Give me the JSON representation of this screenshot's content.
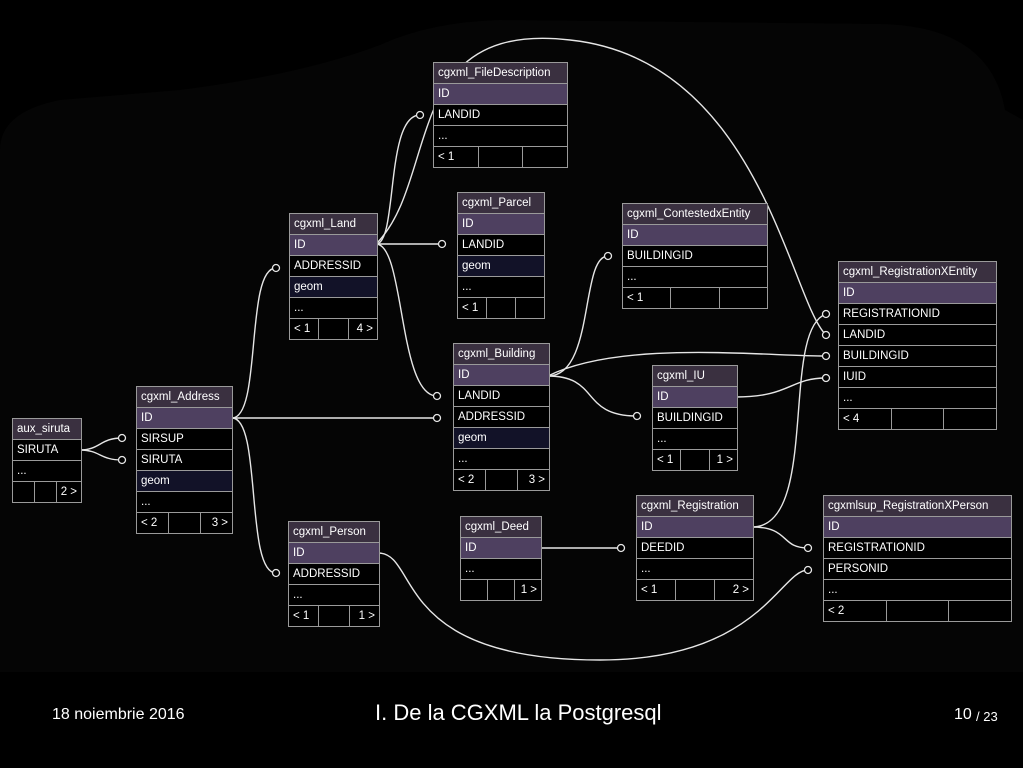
{
  "tables": {
    "aux_siruta": {
      "name": "aux_siruta",
      "rows": [
        "SIRUTA",
        "..."
      ],
      "footer": [
        "",
        "",
        "2 >"
      ]
    },
    "address": {
      "name": "cgxml_Address",
      "rows": [
        "ID",
        "SIRSUP",
        "SIRUTA",
        "geom",
        "..."
      ],
      "footer": [
        "< 2",
        "",
        "3 >"
      ]
    },
    "land": {
      "name": "cgxml_Land",
      "rows": [
        "ID",
        "ADDRESSID",
        "geom",
        "..."
      ],
      "footer": [
        "< 1",
        "",
        "4 >"
      ]
    },
    "person": {
      "name": "cgxml_Person",
      "rows": [
        "ID",
        "ADDRESSID",
        "..."
      ],
      "footer": [
        "< 1",
        "",
        "1 >"
      ]
    },
    "file_description": {
      "name": "cgxml_FileDescription",
      "rows": [
        "ID",
        "LANDID",
        "..."
      ],
      "footer": [
        "< 1",
        "",
        ""
      ]
    },
    "parcel": {
      "name": "cgxml_Parcel",
      "rows": [
        "ID",
        "LANDID",
        "geom",
        "..."
      ],
      "footer": [
        "< 1",
        "",
        ""
      ]
    },
    "building": {
      "name": "cgxml_Building",
      "rows": [
        "ID",
        "LANDID",
        "ADDRESSID",
        "geom",
        "..."
      ],
      "footer": [
        "< 2",
        "",
        "3 >"
      ]
    },
    "deed": {
      "name": "cgxml_Deed",
      "rows": [
        "ID",
        "..."
      ],
      "footer": [
        "",
        "",
        "1 >"
      ]
    },
    "contested": {
      "name": "cgxml_ContestedxEntity",
      "rows": [
        "ID",
        "BUILDINGID",
        "..."
      ],
      "footer": [
        "< 1",
        "",
        ""
      ]
    },
    "iu": {
      "name": "cgxml_IU",
      "rows": [
        "ID",
        "BUILDINGID",
        "..."
      ],
      "footer": [
        "< 1",
        "",
        "1 >"
      ]
    },
    "registration": {
      "name": "cgxml_Registration",
      "rows": [
        "ID",
        "DEEDID",
        "..."
      ],
      "footer": [
        "< 1",
        "",
        "2 >"
      ]
    },
    "reg_entity": {
      "name": "cgxml_RegistrationXEntity",
      "rows": [
        "ID",
        "REGISTRATIONID",
        "LANDID",
        "BUILDINGID",
        "IUID",
        "..."
      ],
      "footer": [
        "< 4",
        "",
        ""
      ]
    },
    "reg_person": {
      "name": "cgxmlsup_RegistrationXPerson",
      "rows": [
        "ID",
        "REGISTRATIONID",
        "PERSONID",
        "..."
      ],
      "footer": [
        "< 2",
        "",
        ""
      ]
    }
  },
  "footer": {
    "date": "18 noiembrie 2016",
    "title": "I. De la CGXML la Postgresql",
    "page": "10",
    "total": "/ 23"
  },
  "colors": {
    "background": "#000000",
    "canvas": "#050505",
    "title_bg": "#3a3040",
    "id_bg": "#4e4060",
    "geom_bg": "#121228",
    "line": "#e6e6e6"
  }
}
